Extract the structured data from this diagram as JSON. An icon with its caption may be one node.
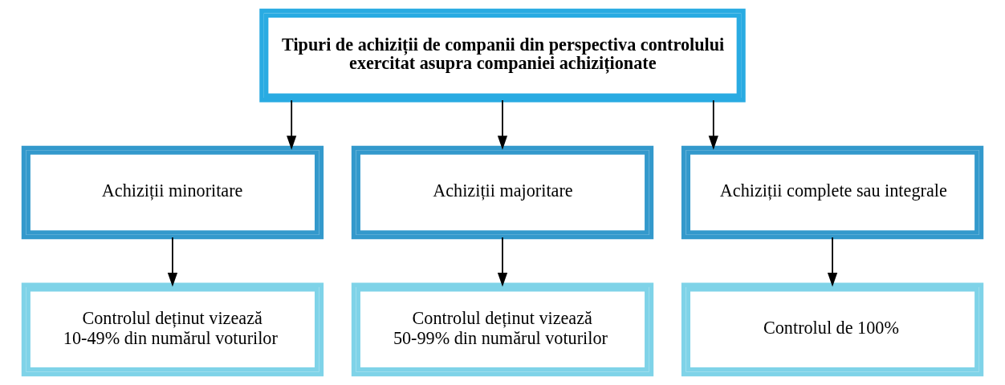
{
  "diagram": {
    "nodes": [
      {
        "text": [
          "Tipuri de achiziții de companii din perspectiva controlului exercitat asupra companiei achiziționate"
        ]
      },
      {
        "text": [
          "Achiziții minoritare"
        ]
      },
      {
        "text": [
          "Achiziții majoritare"
        ]
      },
      {
        "text": [
          "Achiziții complete sau integrale"
        ]
      },
      {
        "text": [
          "Controlul deținut vizează 10-49% din numărul voturilor"
        ]
      },
      {
        "text": [
          "Controlul deținut vizează 50-99% din numărul voturilor"
        ]
      },
      {
        "text": [
          "Controlul de 100%"
        ]
      }
    ],
    "edges": [
      {
        "from": 0,
        "to": 1,
        "arrow": "to"
      },
      {
        "from": 0,
        "to": 2,
        "arrow": "to"
      },
      {
        "from": 0,
        "to": 3,
        "arrow": "to"
      },
      {
        "from": 1,
        "to": 4,
        "arrow": "to"
      },
      {
        "from": 2,
        "to": 5,
        "arrow": "to"
      },
      {
        "from": 3,
        "to": 6,
        "arrow": "to"
      }
    ]
  }
}
